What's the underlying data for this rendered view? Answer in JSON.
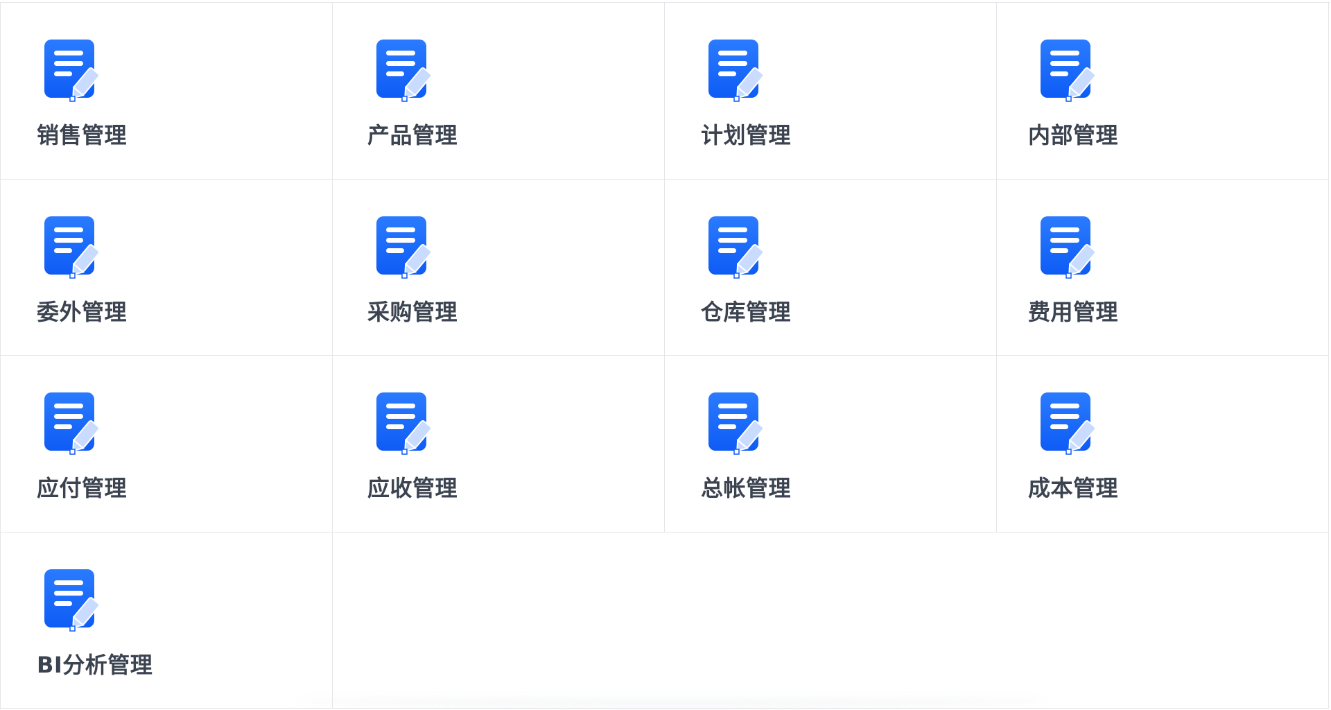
{
  "modules": [
    {
      "label": "销售管理",
      "icon": "document-edit-icon"
    },
    {
      "label": "产品管理",
      "icon": "document-edit-icon"
    },
    {
      "label": "计划管理",
      "icon": "document-edit-icon"
    },
    {
      "label": "内部管理",
      "icon": "document-edit-icon"
    },
    {
      "label": "委外管理",
      "icon": "document-edit-icon"
    },
    {
      "label": "采购管理",
      "icon": "document-edit-icon"
    },
    {
      "label": "仓库管理",
      "icon": "document-edit-icon"
    },
    {
      "label": "费用管理",
      "icon": "document-edit-icon"
    },
    {
      "label": "应付管理",
      "icon": "document-edit-icon"
    },
    {
      "label": "应收管理",
      "icon": "document-edit-icon"
    },
    {
      "label": "总帐管理",
      "icon": "document-edit-icon"
    },
    {
      "label": "成本管理",
      "icon": "document-edit-icon"
    },
    {
      "label": "BI分析管理",
      "icon": "document-edit-icon"
    }
  ],
  "colors": {
    "icon_top": "#2a7bff",
    "icon_bottom": "#0e5cf5",
    "pencil": "#c9dcff",
    "label": "#3b4350",
    "border": "#e3e5e8"
  }
}
